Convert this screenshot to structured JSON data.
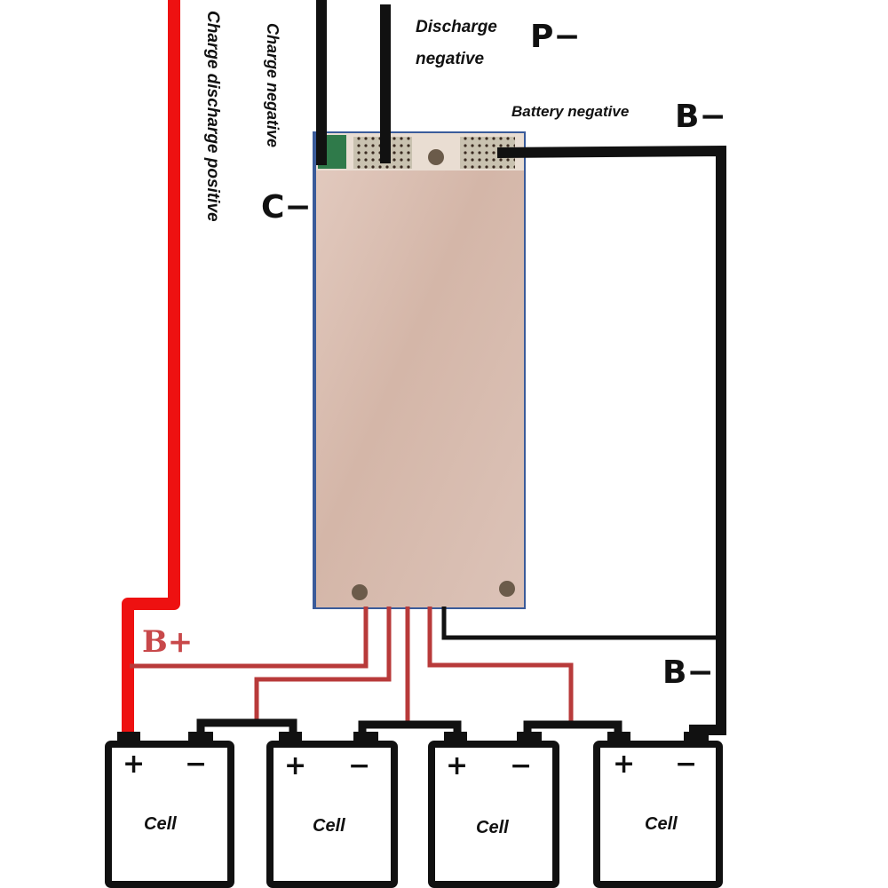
{
  "labels": {
    "charge_discharge_positive": "Charge discharge positive",
    "charge_negative": "Charge negative",
    "discharge_negative_line1": "Discharge",
    "discharge_negative_line2": "negative",
    "battery_negative": "Battery negative",
    "p_minus": "P−",
    "c_minus": "C−",
    "b_minus_top": "B−",
    "b_minus_bottom": "B−",
    "b_plus": "B+"
  },
  "cells": [
    {
      "label": "Cell",
      "plus": "+",
      "minus": "−"
    },
    {
      "label": "Cell",
      "plus": "+",
      "minus": "−"
    },
    {
      "label": "Cell",
      "plus": "+",
      "minus": "−"
    },
    {
      "label": "Cell",
      "plus": "+",
      "minus": "−"
    }
  ],
  "colors": {
    "positive_wire": "#ee1111",
    "negative_wire": "#111111",
    "balance_wire": "#b83a3a",
    "board": "#d9bfb3",
    "board_edge": "#3a5b9a",
    "pcb_green": "#2f7a4a"
  }
}
